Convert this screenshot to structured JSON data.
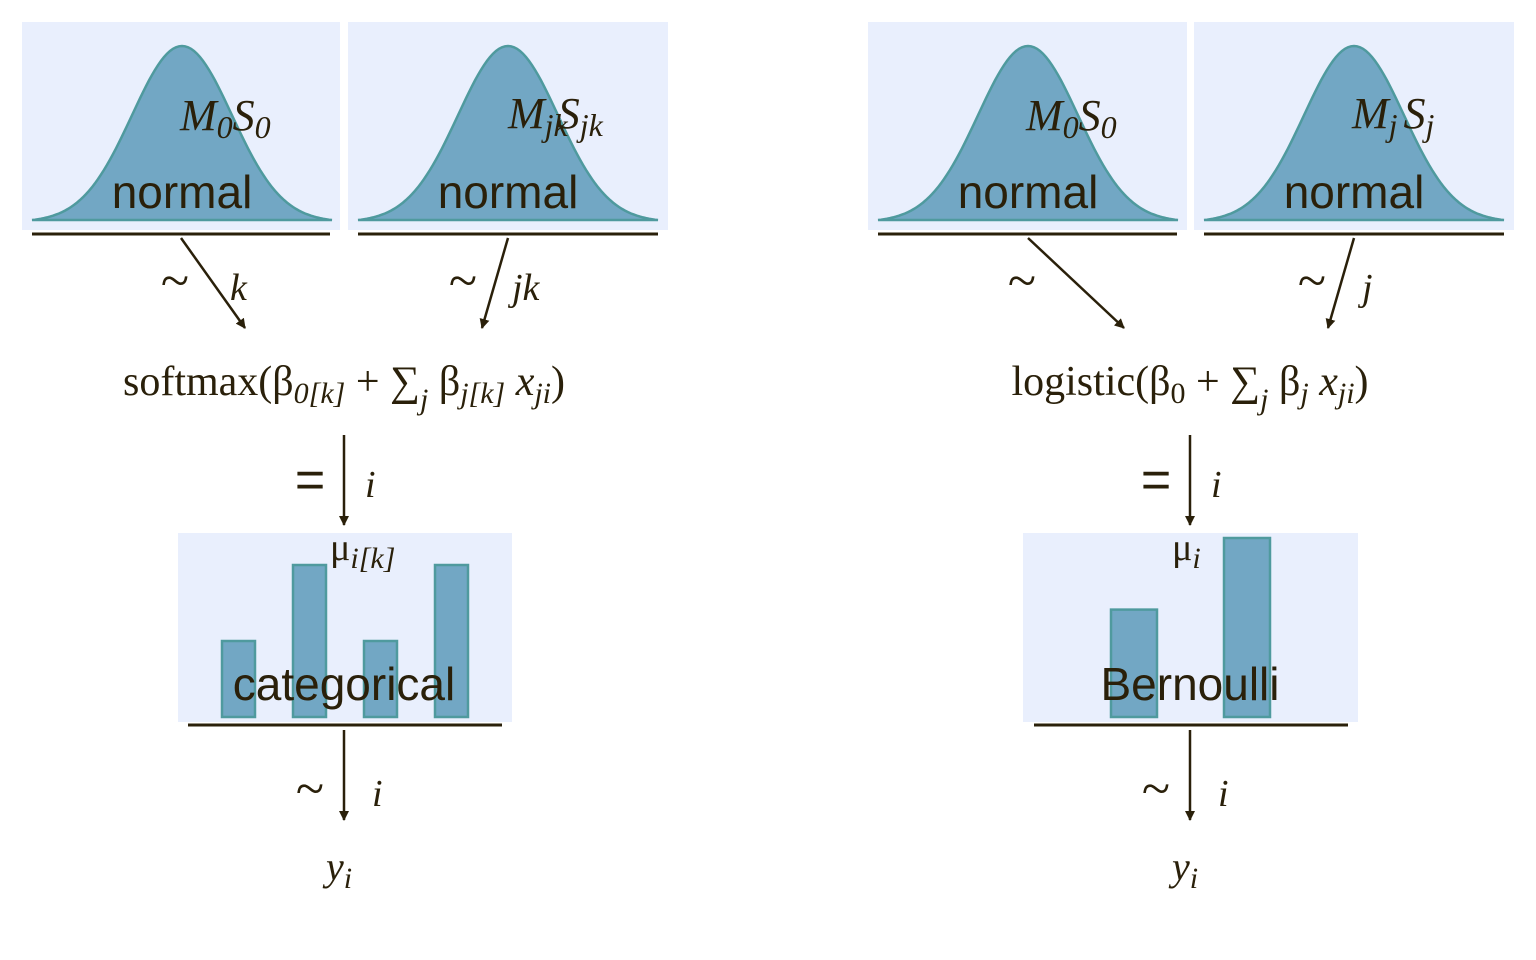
{
  "colors": {
    "panel": "#e9effd",
    "fill": "#72a7c4",
    "stroke": "#4f9a9e",
    "ink": "#2a200a"
  },
  "left_model": {
    "prior_intercept": {
      "dist": "normal",
      "param_m": "M",
      "param_m_sub": "0",
      "param_s": "S",
      "param_s_sub": "0"
    },
    "prior_slope": {
      "dist": "normal",
      "param_m": "M",
      "param_m_sub": "jk",
      "param_s": "S",
      "param_s_sub": "jk"
    },
    "arrow_intercept": {
      "symbol": "~",
      "index": "k"
    },
    "arrow_slope": {
      "symbol": "~",
      "index": "jk"
    },
    "formula": {
      "func": "softmax(",
      "b0": "β",
      "b0_sub": "0[k]",
      "plus": " + ∑",
      "sum_sub": "j",
      "bj": " β",
      "bj_sub": "j[k]",
      "x": " x",
      "x_sub": "ji",
      "close": ")"
    },
    "arrow_mu": {
      "symbol": "=",
      "index": "i"
    },
    "likelihood": {
      "dist": "categorical",
      "param": "μ",
      "param_sub": "i[k]",
      "bars": [
        0.5,
        1,
        0.5,
        1
      ]
    },
    "arrow_y": {
      "symbol": "~",
      "index": "i"
    },
    "data": {
      "var": "y",
      "sub": "i"
    }
  },
  "right_model": {
    "prior_intercept": {
      "dist": "normal",
      "param_m": "M",
      "param_m_sub": "0",
      "param_s": "S",
      "param_s_sub": "0"
    },
    "prior_slope": {
      "dist": "normal",
      "param_m": "M",
      "param_m_sub": "j",
      "param_s": "S",
      "param_s_sub": "j"
    },
    "arrow_intercept": {
      "symbol": "~"
    },
    "arrow_slope": {
      "symbol": "~",
      "index": "j"
    },
    "formula": {
      "func": "logistic(",
      "b0": "β",
      "b0_sub": "0",
      "plus": " + ∑",
      "sum_sub": "j",
      "bj": " β",
      "bj_sub": "j",
      "x": " x",
      "x_sub": "ji",
      "close": ")"
    },
    "arrow_mu": {
      "symbol": "=",
      "index": "i"
    },
    "likelihood": {
      "dist": "Bernoulli",
      "param": "μ",
      "param_sub": "i",
      "bars": [
        0.6,
        1
      ]
    },
    "arrow_y": {
      "symbol": "~",
      "index": "i"
    },
    "data": {
      "var": "y",
      "sub": "i"
    }
  }
}
